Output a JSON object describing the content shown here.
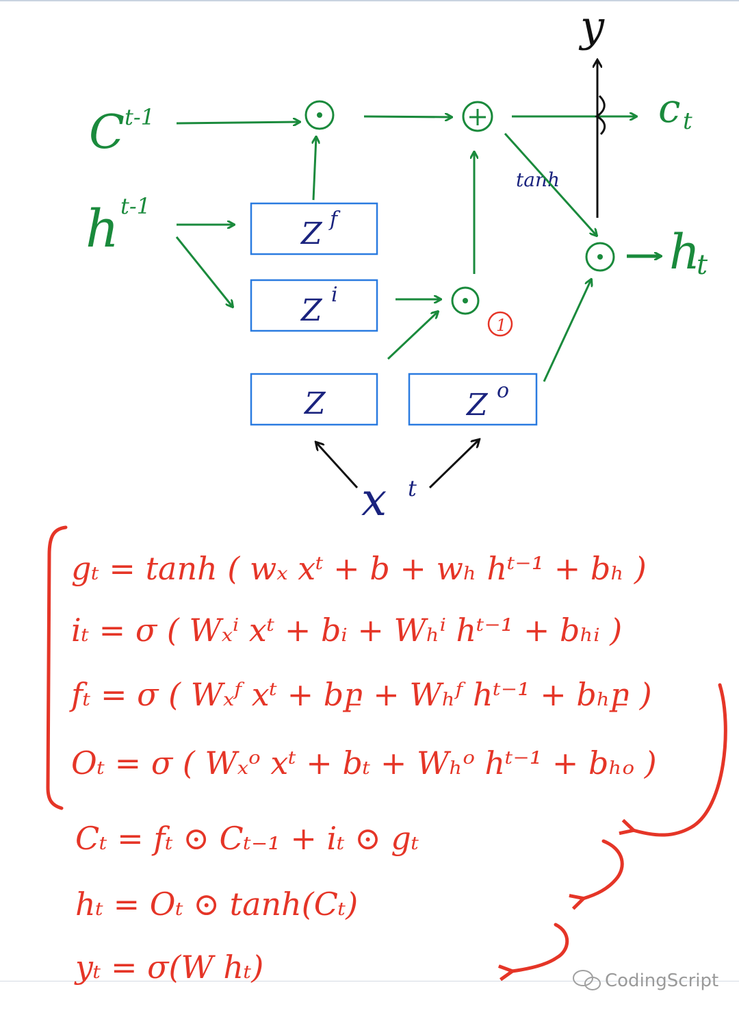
{
  "colors": {
    "green": "#1a8a3c",
    "blue": "#1a237e",
    "box_border": "#2a7be0",
    "red": "#e53527",
    "black": "#111111"
  },
  "diagram": {
    "c_prev": "C",
    "c_prev_sup": "t-1",
    "h_prev": "h",
    "h_prev_sup": "t-1",
    "c_t": "c",
    "c_t_sub": "t",
    "h_t": "h",
    "h_t_sub": "t",
    "y": "y",
    "x": "x",
    "x_sup": "t",
    "tanh": "tanh",
    "gate_forget": "Z",
    "gate_forget_sup": "f",
    "gate_input": "Z",
    "gate_input_sup": "i",
    "gate_cell": "Z",
    "gate_output": "Z",
    "gate_output_sup": "o",
    "note_number": "1"
  },
  "equations": [
    "gₜ = tanh ( wₓ xᵗ + b  + wₕ hᵗ⁻¹ + bₕ )",
    "iₜ = σ ( Wₓⁱ xᵗ + bᵢ + Wₕⁱ hᵗ⁻¹ + bₕᵢ )",
    "fₜ = σ ( Wₓᶠ xᵗ + bբ + Wₕᶠ hᵗ⁻¹ + bₕբ )",
    "Oₜ = σ ( Wₓᵒ xᵗ + bₜ + Wₕᵒ hᵗ⁻¹ + bₕₒ )",
    "Cₜ = fₜ ⊙ Cₜ₋₁ + iₜ ⊙ gₜ",
    "hₜ = Oₜ ⊙ tanh(Cₜ)",
    "yₜ = σ(W hₜ)"
  ],
  "watermark": "CodingScript"
}
